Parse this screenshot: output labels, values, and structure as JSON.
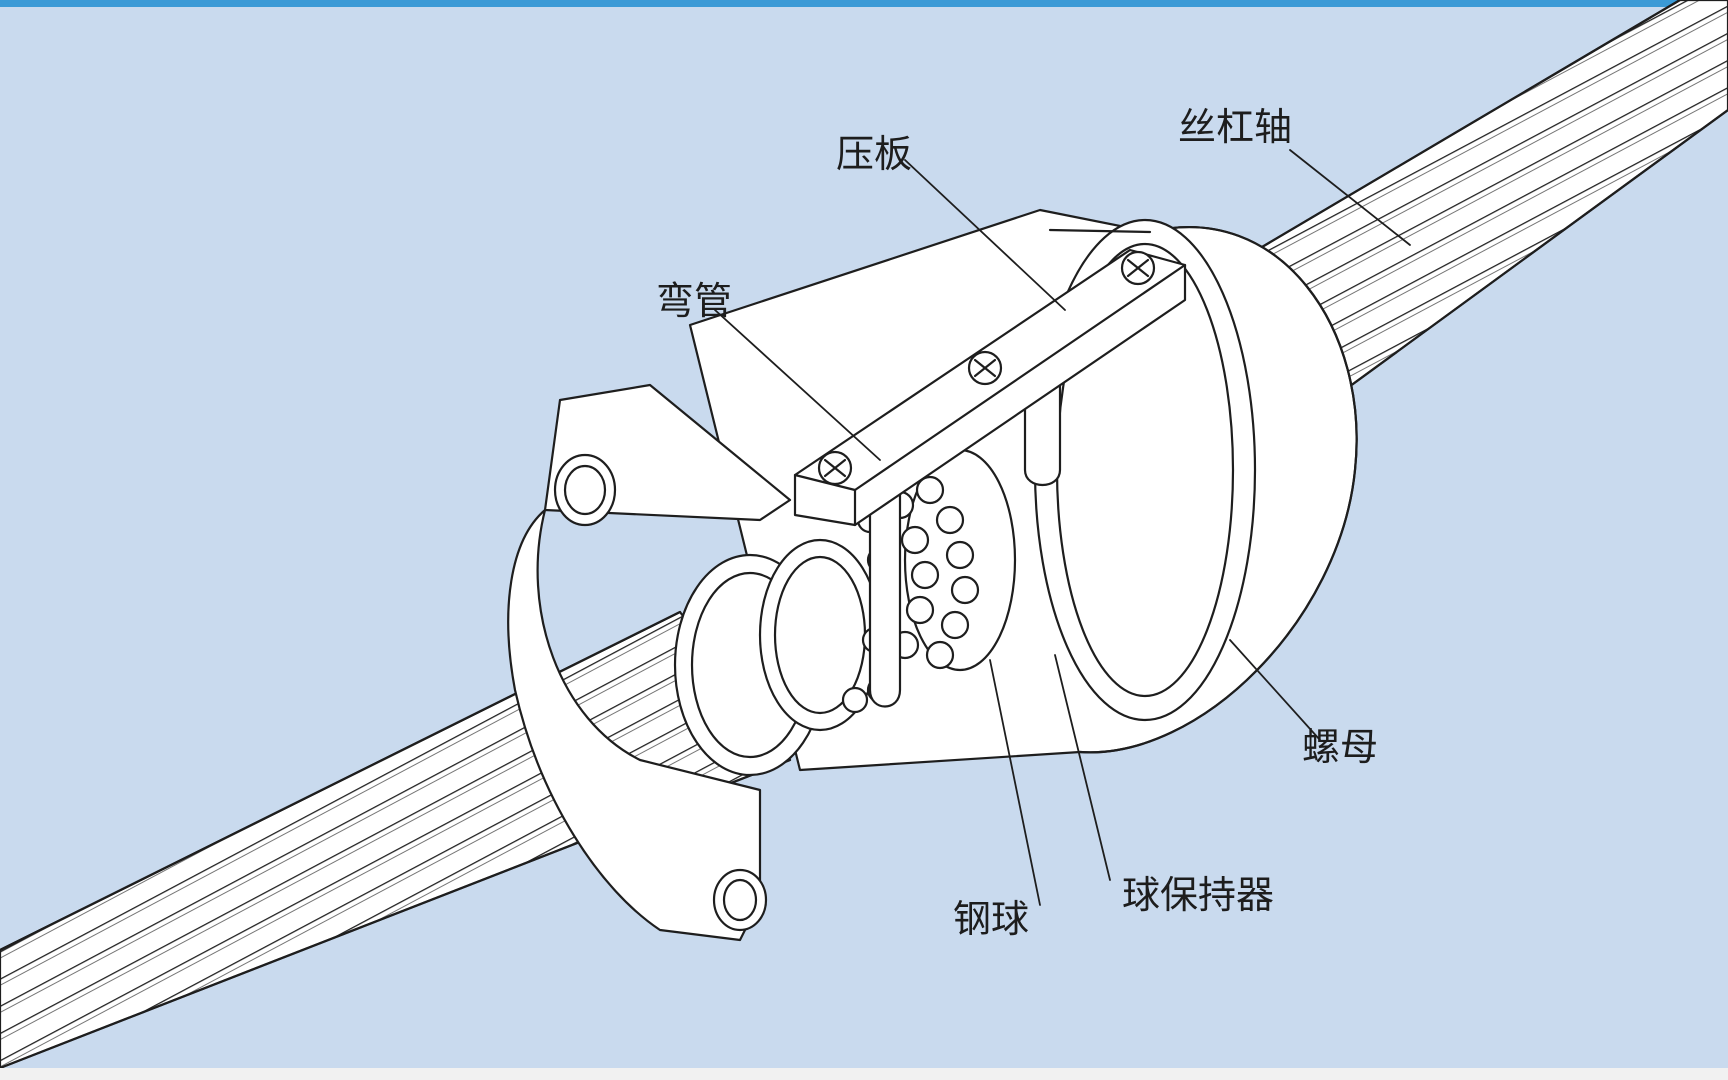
{
  "labels": {
    "screw_shaft": "丝杠轴",
    "press_plate": "压板",
    "bend_tube": "弯管",
    "nut": "螺母",
    "ball_retainer": "球保持器",
    "steel_ball": "钢球"
  },
  "colors": {
    "background": "#c9daee",
    "line": "#1e1e1e",
    "part_fill": "#ffffff",
    "top_bar": "#3b9ad6"
  }
}
